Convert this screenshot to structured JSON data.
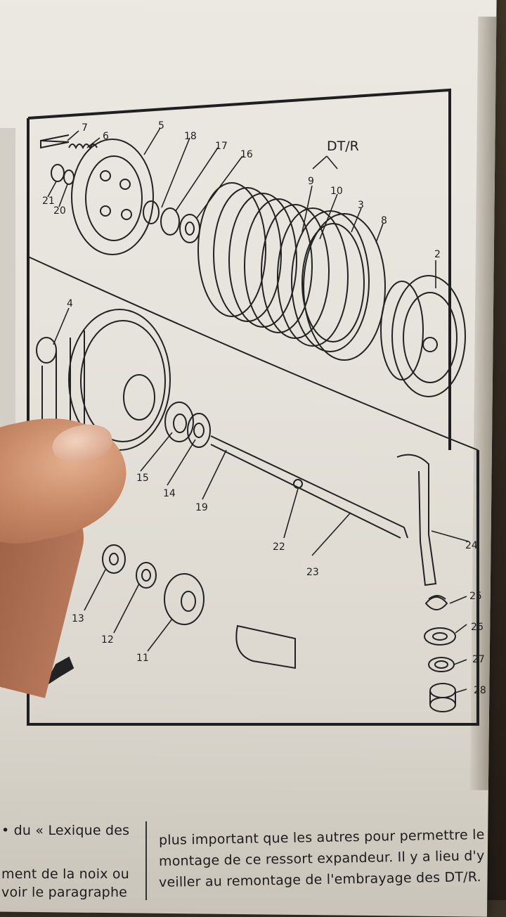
{
  "diagram": {
    "model_label": "DT/R",
    "part_numbers": [
      "2",
      "3",
      "4",
      "5",
      "6",
      "7",
      "8",
      "9",
      "10",
      "11",
      "12",
      "13",
      "14",
      "15",
      "16",
      "17",
      "18",
      "19",
      "20",
      "21",
      "22",
      "23",
      "24",
      "25",
      "26",
      "27",
      "28"
    ]
  },
  "body_text": {
    "left_col": [
      "• du « Lexique des",
      "ment de la noix ou",
      "voir le paragraphe"
    ],
    "right_col": [
      "plus important que les autres pour permettre le",
      "montage de ce ressort expandeur. Il y a lieu d'y",
      "veiller au remontage de l'embrayage des DT/R."
    ]
  },
  "colors": {
    "paper": "#e6e3dc",
    "ink": "#1e1e1e",
    "skin": "#c98a68"
  }
}
